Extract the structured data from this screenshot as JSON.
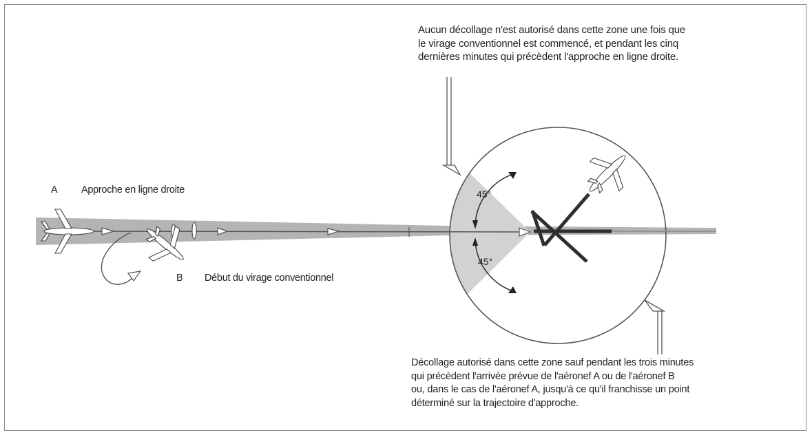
{
  "labels": {
    "a_letter": "A",
    "a_text": "Approche en ligne droite",
    "b_letter": "B",
    "b_text": "Début du virage conventionnel",
    "angle_upper": "45°",
    "angle_lower": "45°"
  },
  "notes": {
    "top": [
      "Aucun décollage n'est autorisé dans cette zone une fois que",
      "le virage conventionnel est commencé, et pendant les cinq",
      "dernières minutes qui précèdent l'approche en ligne droite."
    ],
    "bottom": [
      "Décollage autorisé dans cette zone sauf pendant les trois minutes",
      "qui précèdent l'arrivée prévue de l'aéronef A ou de l'aéronef B",
      "ou, dans le cas de l'aéronef A, jusqu'à ce qu'il franchisse un point",
      "déterminé sur la trajectoire d'approche."
    ]
  },
  "colors": {
    "approach_band": "#b4b4b4",
    "sector_shade": "#d2d2d2",
    "runway": "#2e2e2e",
    "outline": "#555555"
  }
}
